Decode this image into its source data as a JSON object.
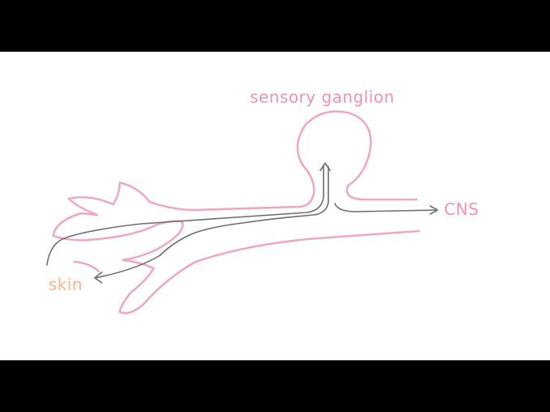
{
  "diagram": {
    "labels": {
      "ganglion": "sensory ganglion",
      "cns": "CNS",
      "skin": "skin"
    },
    "colors": {
      "outline": "#f0a7bd",
      "pathway": "#6e6e6e",
      "ganglion_text": "#ee93ae",
      "cns_text": "#ee93ae",
      "skin_text": "#f6b58c",
      "letterbox": "#000000",
      "canvas": "#ffffff"
    }
  }
}
